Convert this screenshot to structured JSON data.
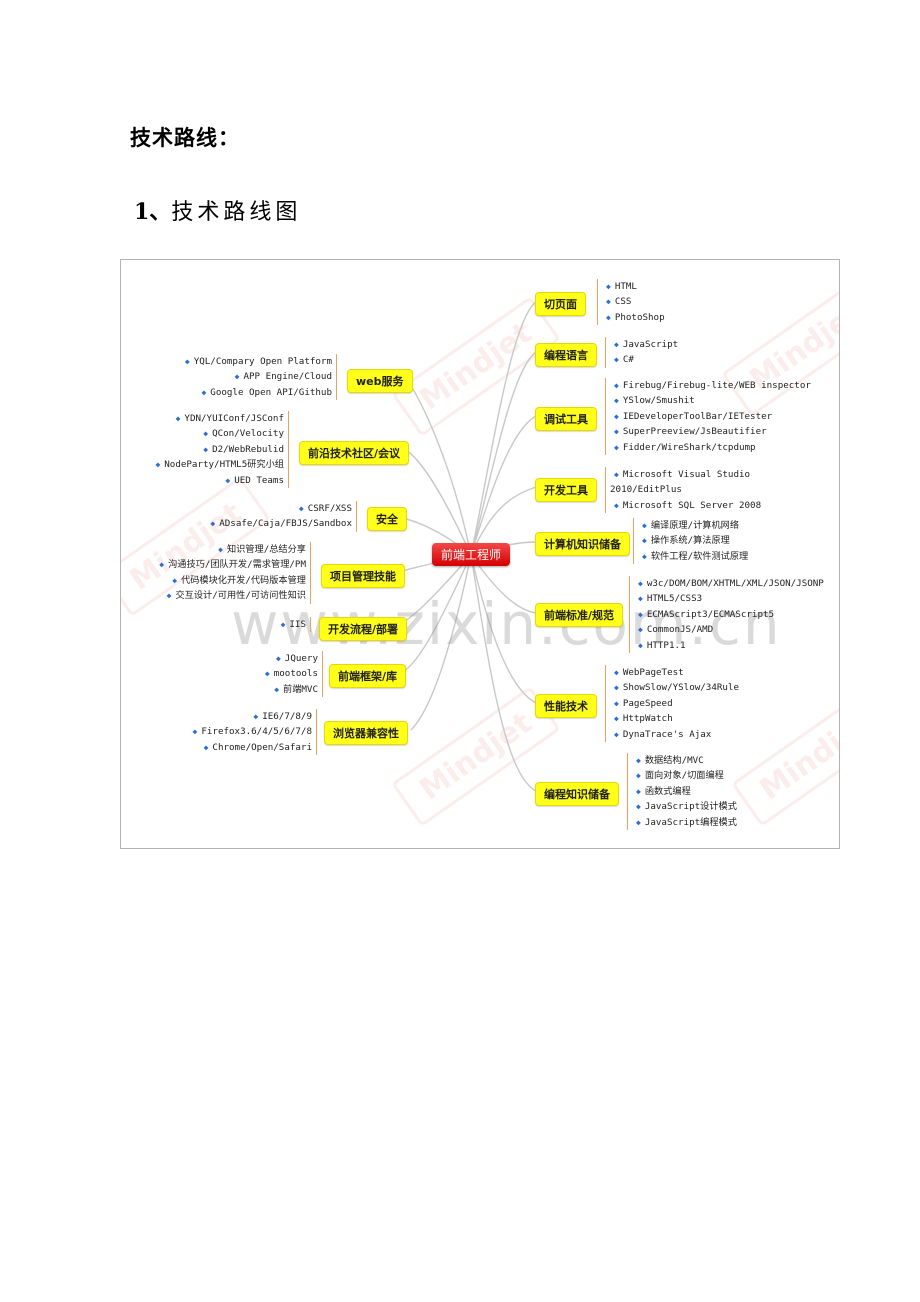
{
  "document": {
    "heading": "技术路线：",
    "subheading_number": "1、",
    "subheading_text": "技术路线图"
  },
  "mindmap": {
    "center": "前端工程师",
    "bullet_icon": "◆",
    "colors": {
      "center": "#e01010",
      "topic": "#ffff1a",
      "bullet": "#2a6fd6",
      "bracket": "#f0a060",
      "link": "#c8c8c8"
    },
    "watermarks": {
      "brand": "Mindjet",
      "site": "www.zixin.com.cn"
    },
    "left": [
      {
        "topic": "web服务",
        "items": [
          "YQL/Compary Open Platform",
          "APP Engine/Cloud",
          "Google Open API/Github"
        ]
      },
      {
        "topic": "前沿技术社区/会议",
        "items": [
          "YDN/YUIConf/JSConf",
          "QCon/Velocity",
          "D2/WebRebulid",
          "NodeParty/HTML5研究小组",
          "UED Teams"
        ]
      },
      {
        "topic": "安全",
        "items": [
          "CSRF/XSS",
          "ADsafe/Caja/FBJS/Sandbox"
        ]
      },
      {
        "topic": "项目管理技能",
        "items": [
          "知识管理/总结分享",
          "沟通技巧/团队开发/需求管理/PM",
          "代码模块化开发/代码版本管理",
          "交互设计/可用性/可访问性知识"
        ]
      },
      {
        "topic": "开发流程/部署",
        "items": [
          "IIS"
        ]
      },
      {
        "topic": "前端框架/库",
        "items": [
          "JQuery",
          "mootools",
          "前端MVC"
        ]
      },
      {
        "topic": "浏览器兼容性",
        "items": [
          "IE6/7/8/9",
          "Firefox3.6/4/5/6/7/8",
          "Chrome/Open/Safari"
        ]
      }
    ],
    "right": [
      {
        "topic": "切页面",
        "items": [
          "HTML",
          "CSS",
          "PhotoShop"
        ]
      },
      {
        "topic": "编程语言",
        "items": [
          "JavaScript",
          "C#"
        ]
      },
      {
        "topic": "调试工具",
        "items": [
          "Firebug/Firebug-lite/WEB inspector",
          "YSlow/Smushit",
          "IEDeveloperToolBar/IETester",
          "SuperPreeview/JsBeautifier",
          "Fidder/WireShark/tcpdump"
        ]
      },
      {
        "topic": "开发工具",
        "items": [
          "Microsoft Visual Studio 2010/EditPlus",
          "Microsoft SQL Server 2008"
        ]
      },
      {
        "topic": "计算机知识储备",
        "items": [
          "编译原理/计算机网络",
          "操作系统/算法原理",
          "软件工程/软件测试原理"
        ]
      },
      {
        "topic": "前端标准/规范",
        "items": [
          "w3c/DOM/BOM/XHTML/XML/JSON/JSONP",
          "HTML5/CSS3",
          "ECMAScript3/ECMAScript5",
          "CommonJS/AMD",
          "HTTP1.1"
        ]
      },
      {
        "topic": "性能技术",
        "items": [
          "WebPageTest",
          "ShowSlow/YSlow/34Rule",
          "PageSpeed",
          "HttpWatch",
          "DynaTrace's Ajax"
        ]
      },
      {
        "topic": "编程知识储备",
        "items": [
          "数据结构/MVC",
          "面向对象/切面编程",
          "函数式编程",
          "JavaScript设计模式",
          "JavaScript编程模式"
        ]
      }
    ]
  }
}
